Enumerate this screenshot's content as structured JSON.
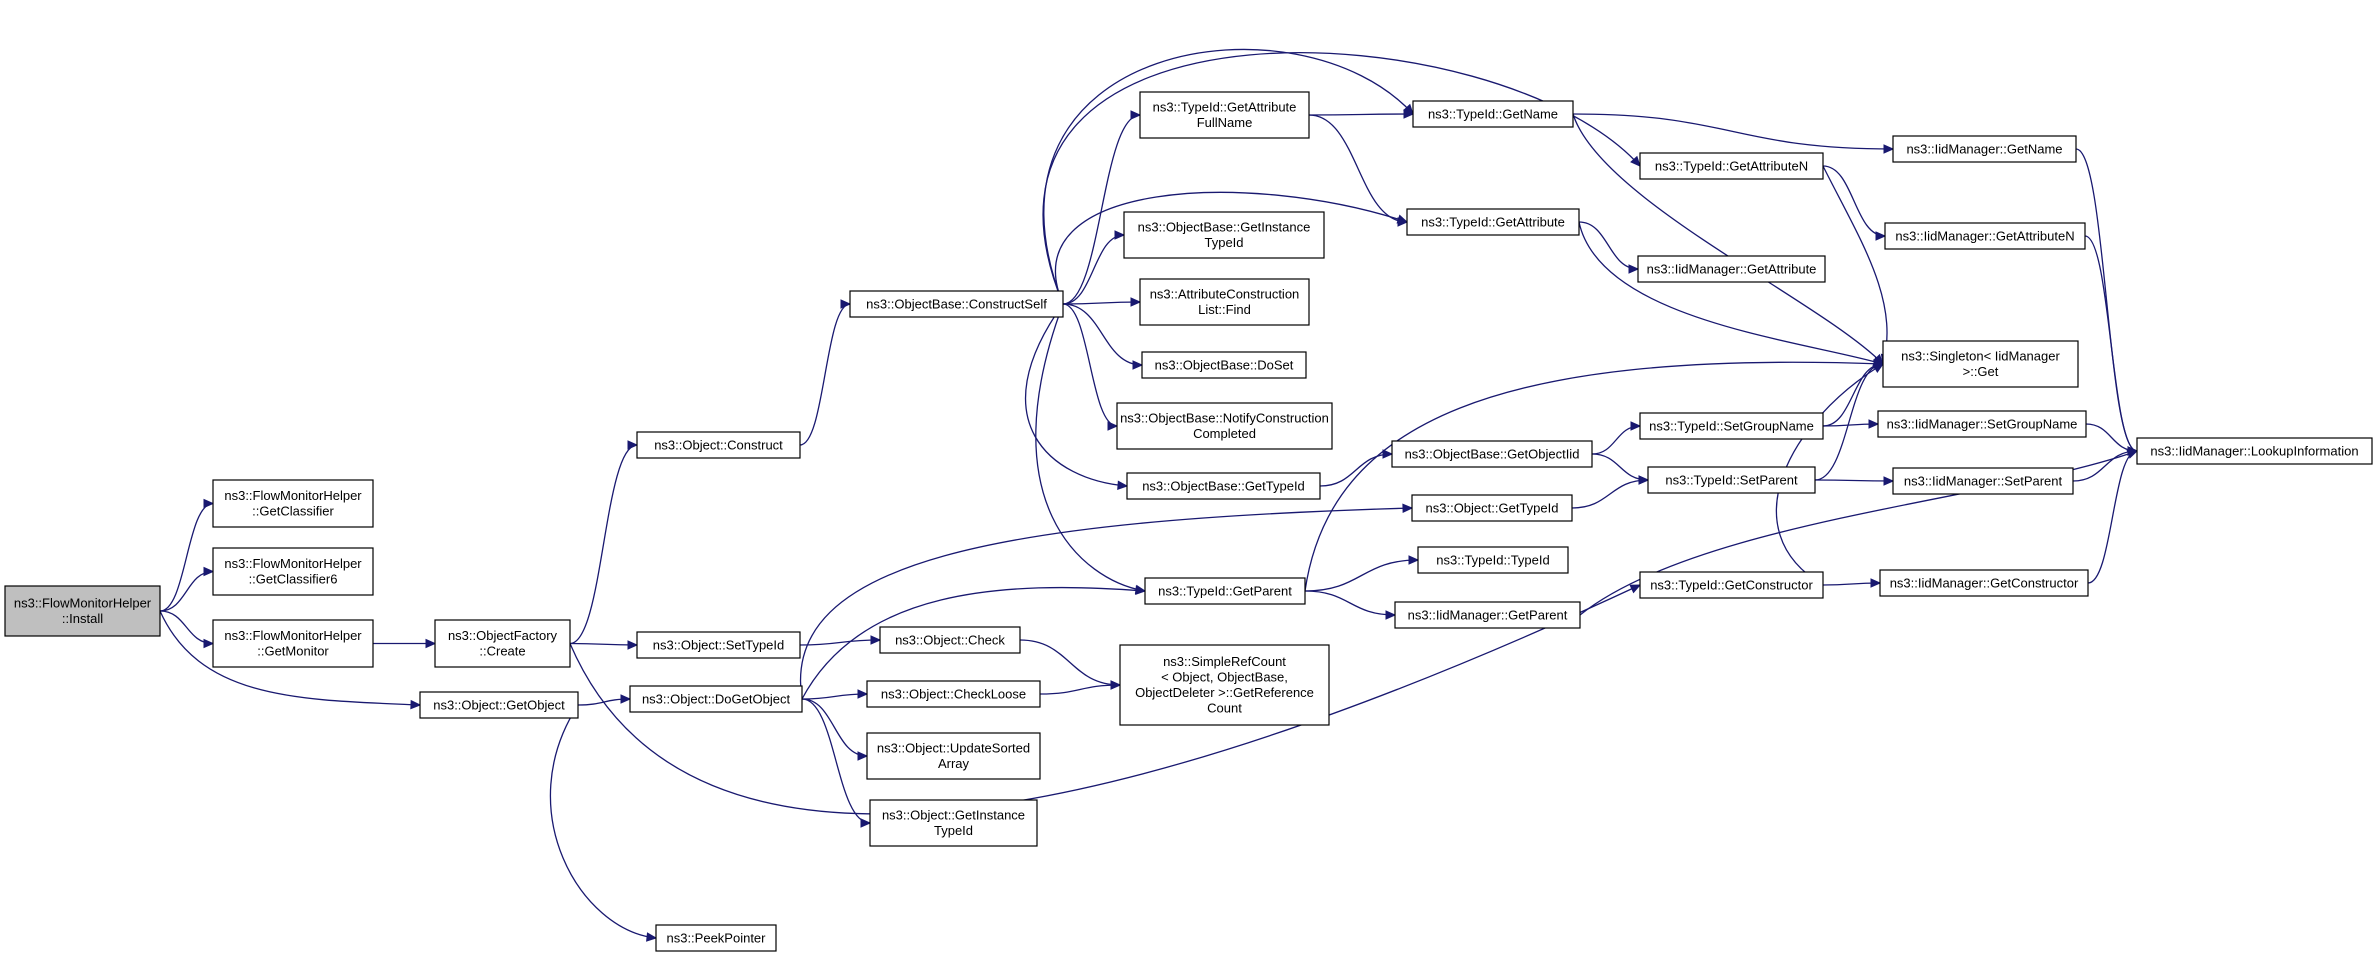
{
  "nodes": [
    {
      "id": "install",
      "lines": [
        "ns3::FlowMonitorHelper",
        "::Install"
      ],
      "root": true
    },
    {
      "id": "getclassifier",
      "lines": [
        "ns3::FlowMonitorHelper",
        "::GetClassifier"
      ]
    },
    {
      "id": "getclassifier6",
      "lines": [
        "ns3::FlowMonitorHelper",
        "::GetClassifier6"
      ]
    },
    {
      "id": "getmonitor",
      "lines": [
        "ns3::FlowMonitorHelper",
        "::GetMonitor"
      ]
    },
    {
      "id": "objfactory_create",
      "lines": [
        "ns3::ObjectFactory",
        "::Create"
      ]
    },
    {
      "id": "object_getobject",
      "lines": [
        "ns3::Object::GetObject"
      ]
    },
    {
      "id": "object_construct",
      "lines": [
        "ns3::Object::Construct"
      ]
    },
    {
      "id": "object_settypeid",
      "lines": [
        "ns3::Object::SetTypeId"
      ]
    },
    {
      "id": "object_dogetobject",
      "lines": [
        "ns3::Object::DoGetObject"
      ]
    },
    {
      "id": "peekpointer",
      "lines": [
        "ns3::PeekPointer"
      ]
    },
    {
      "id": "objbase_constructself",
      "lines": [
        "ns3::ObjectBase::ConstructSelf"
      ]
    },
    {
      "id": "object_check",
      "lines": [
        "ns3::Object::Check"
      ]
    },
    {
      "id": "object_checkloose",
      "lines": [
        "ns3::Object::CheckLoose"
      ]
    },
    {
      "id": "object_updatesorted",
      "lines": [
        "ns3::Object::UpdateSorted",
        "Array"
      ]
    },
    {
      "id": "object_getinstancetypeid",
      "lines": [
        "ns3::Object::GetInstance",
        "TypeId"
      ]
    },
    {
      "id": "typeid_getattrfullname",
      "lines": [
        "ns3::TypeId::GetAttribute",
        "FullName"
      ]
    },
    {
      "id": "objbase_getinstancetypeid",
      "lines": [
        "ns3::ObjectBase::GetInstance",
        "TypeId"
      ]
    },
    {
      "id": "attrconstlist_find",
      "lines": [
        "ns3::AttributeConstruction",
        "List::Find"
      ]
    },
    {
      "id": "objbase_doset",
      "lines": [
        "ns3::ObjectBase::DoSet"
      ]
    },
    {
      "id": "objbase_notifyconst",
      "lines": [
        "ns3::ObjectBase::NotifyConstruction",
        "Completed"
      ]
    },
    {
      "id": "objbase_gettypeid",
      "lines": [
        "ns3::ObjectBase::GetTypeId"
      ]
    },
    {
      "id": "typeid_getparent",
      "lines": [
        "ns3::TypeId::GetParent"
      ]
    },
    {
      "id": "simplerefcount",
      "lines": [
        "ns3::SimpleRefCount",
        "< Object, ObjectBase,",
        "ObjectDeleter >::GetReference",
        "Count"
      ]
    },
    {
      "id": "typeid_getname",
      "lines": [
        "ns3::TypeId::GetName"
      ]
    },
    {
      "id": "typeid_getattribute",
      "lines": [
        "ns3::TypeId::GetAttribute"
      ]
    },
    {
      "id": "objbase_getobjectiid",
      "lines": [
        "ns3::ObjectBase::GetObjectIid"
      ]
    },
    {
      "id": "object_gettypeid",
      "lines": [
        "ns3::Object::GetTypeId"
      ]
    },
    {
      "id": "typeid_typeid",
      "lines": [
        "ns3::TypeId::TypeId"
      ]
    },
    {
      "id": "iid_getparent",
      "lines": [
        "ns3::IidManager::GetParent"
      ]
    },
    {
      "id": "typeid_getattributen",
      "lines": [
        "ns3::TypeId::GetAttributeN"
      ]
    },
    {
      "id": "iid_getattribute",
      "lines": [
        "ns3::IidManager::GetAttribute"
      ]
    },
    {
      "id": "typeid_setgroupname",
      "lines": [
        "ns3::TypeId::SetGroupName"
      ]
    },
    {
      "id": "typeid_setparent",
      "lines": [
        "ns3::TypeId::SetParent"
      ]
    },
    {
      "id": "typeid_getconstructor",
      "lines": [
        "ns3::TypeId::GetConstructor"
      ]
    },
    {
      "id": "iid_getname",
      "lines": [
        "ns3::IidManager::GetName"
      ]
    },
    {
      "id": "iid_getattributen",
      "lines": [
        "ns3::IidManager::GetAttributeN"
      ]
    },
    {
      "id": "singleton_get",
      "lines": [
        "ns3::Singleton< IidManager",
        ">::Get"
      ]
    },
    {
      "id": "iid_setgroupname",
      "lines": [
        "ns3::IidManager::SetGroupName"
      ]
    },
    {
      "id": "iid_setparent",
      "lines": [
        "ns3::IidManager::SetParent"
      ]
    },
    {
      "id": "iid_getconstructor",
      "lines": [
        "ns3::IidManager::GetConstructor"
      ]
    },
    {
      "id": "iid_lookupinfo",
      "lines": [
        "ns3::IidManager::LookupInformation"
      ]
    }
  ],
  "edges": [
    [
      "install",
      "getclassifier"
    ],
    [
      "install",
      "getclassifier6"
    ],
    [
      "install",
      "getmonitor"
    ],
    [
      "install",
      "object_getobject"
    ],
    [
      "getmonitor",
      "objfactory_create"
    ],
    [
      "objfactory_create",
      "object_construct"
    ],
    [
      "objfactory_create",
      "object_settypeid"
    ],
    [
      "objfactory_create",
      "typeid_getconstructor"
    ],
    [
      "object_getobject",
      "object_dogetobject"
    ],
    [
      "object_getobject",
      "peekpointer"
    ],
    [
      "object_construct",
      "objbase_constructself"
    ],
    [
      "object_settypeid",
      "object_check"
    ],
    [
      "object_dogetobject",
      "object_checkloose"
    ],
    [
      "object_dogetobject",
      "object_updatesorted"
    ],
    [
      "object_dogetobject",
      "object_getinstancetypeid"
    ],
    [
      "object_dogetobject",
      "object_gettypeid"
    ],
    [
      "object_dogetobject",
      "typeid_getparent"
    ],
    [
      "object_check",
      "simplerefcount"
    ],
    [
      "object_checkloose",
      "simplerefcount"
    ],
    [
      "objbase_constructself",
      "typeid_getattrfullname"
    ],
    [
      "objbase_constructself",
      "typeid_getname"
    ],
    [
      "objbase_constructself",
      "typeid_getattribute"
    ],
    [
      "objbase_constructself",
      "typeid_getattributen"
    ],
    [
      "objbase_constructself",
      "objbase_getinstancetypeid"
    ],
    [
      "objbase_constructself",
      "attrconstlist_find"
    ],
    [
      "objbase_constructself",
      "objbase_doset"
    ],
    [
      "objbase_constructself",
      "objbase_notifyconst"
    ],
    [
      "objbase_constructself",
      "objbase_gettypeid"
    ],
    [
      "objbase_constructself",
      "typeid_getparent"
    ],
    [
      "typeid_getattrfullname",
      "typeid_getname"
    ],
    [
      "typeid_getattrfullname",
      "typeid_getattribute"
    ],
    [
      "typeid_getname",
      "iid_getname"
    ],
    [
      "typeid_getname",
      "singleton_get"
    ],
    [
      "typeid_getattribute",
      "iid_getattribute"
    ],
    [
      "typeid_getattribute",
      "singleton_get"
    ],
    [
      "typeid_getattributen",
      "iid_getattributen"
    ],
    [
      "typeid_getattributen",
      "singleton_get"
    ],
    [
      "objbase_gettypeid",
      "objbase_getobjectiid"
    ],
    [
      "objbase_getobjectiid",
      "typeid_setgroupname"
    ],
    [
      "objbase_getobjectiid",
      "typeid_setparent"
    ],
    [
      "object_gettypeid",
      "typeid_setparent"
    ],
    [
      "typeid_getparent",
      "typeid_typeid"
    ],
    [
      "typeid_getparent",
      "iid_getparent"
    ],
    [
      "typeid_getparent",
      "singleton_get"
    ],
    [
      "iid_getparent",
      "iid_lookupinfo"
    ],
    [
      "typeid_setgroupname",
      "iid_setgroupname"
    ],
    [
      "typeid_setgroupname",
      "singleton_get"
    ],
    [
      "typeid_setparent",
      "iid_setparent"
    ],
    [
      "typeid_setparent",
      "singleton_get"
    ],
    [
      "typeid_getconstructor",
      "iid_getconstructor"
    ],
    [
      "typeid_getconstructor",
      "singleton_get"
    ],
    [
      "iid_getname",
      "iid_lookupinfo"
    ],
    [
      "iid_getattributen",
      "iid_lookupinfo"
    ],
    [
      "iid_setgroupname",
      "iid_lookupinfo"
    ],
    [
      "iid_setparent",
      "iid_lookupinfo"
    ],
    [
      "iid_getconstructor",
      "iid_lookupinfo"
    ]
  ]
}
